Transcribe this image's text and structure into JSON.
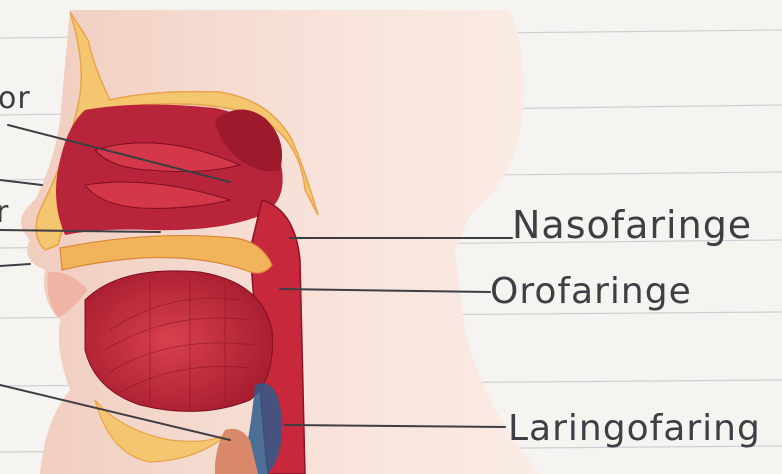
{
  "labels": {
    "nasopharynx": "Nasofaringe",
    "oropharynx": "Orofaringe",
    "laryngopharynx": "Laringofaring",
    "left_cut_1": "or",
    "left_cut_2": "r"
  },
  "colors": {
    "paper": "#f6f4f1",
    "ruled_line": "#cdd0d6",
    "skin": "#f5d9cf",
    "muscle": "#c2283a",
    "muscle_dark": "#8e1424",
    "bone": "#f3c66f",
    "ink": "#3e3e44"
  }
}
